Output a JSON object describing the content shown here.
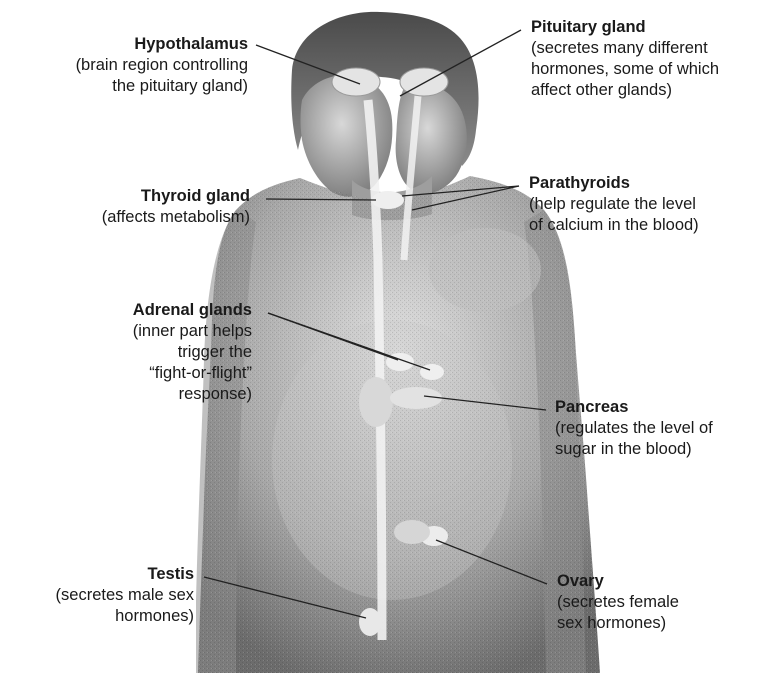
{
  "labels": {
    "hypothalamus": {
      "name": "Hypothalamus",
      "desc": "(brain region controlling\nthe pituitary gland)"
    },
    "thyroid": {
      "name": "Thyroid gland",
      "desc": "(affects metabolism)"
    },
    "adrenal": {
      "name": "Adrenal glands",
      "desc": "(inner part helps\ntrigger the\n“fight-or-flight”\nresponse)"
    },
    "testis": {
      "name": "Testis",
      "desc": "(secretes male sex\nhormones)"
    },
    "pituitary": {
      "name": "Pituitary gland",
      "desc": "(secretes many different\nhormones, some of which\naffect other glands)"
    },
    "parathyroids": {
      "name": "Parathyroids",
      "desc": "(help regulate the level\nof calcium in the blood)"
    },
    "pancreas": {
      "name": "Pancreas",
      "desc": "(regulates the level of\nsugar in the blood)"
    },
    "ovary": {
      "name": "Ovary",
      "desc": "(secretes female\nsex hormones)"
    }
  },
  "colors": {
    "body_light": "#d4d4d4",
    "body_dark": "#6f6f6f",
    "leader": "#222222",
    "organ": "#ebebeb"
  }
}
